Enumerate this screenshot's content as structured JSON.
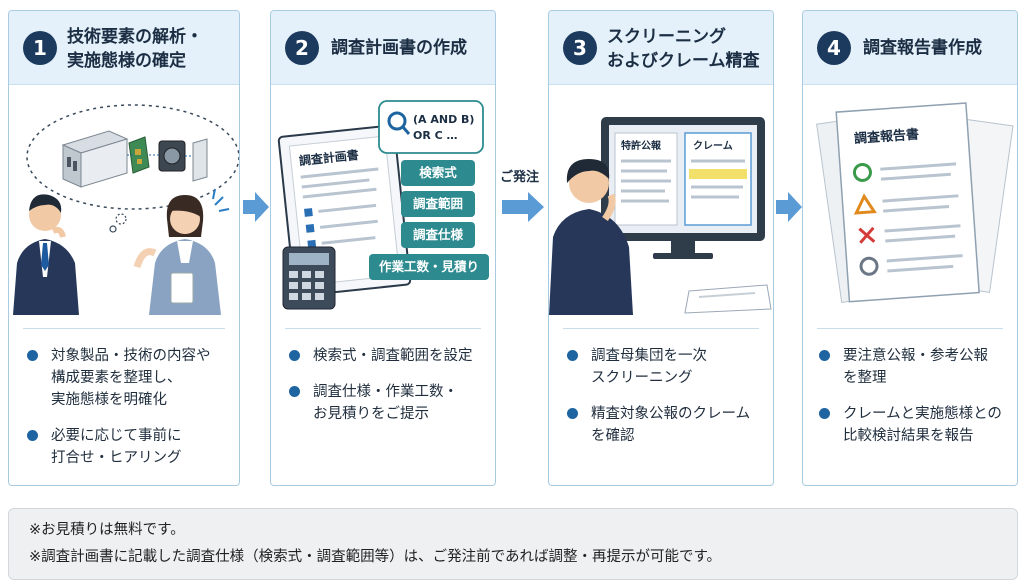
{
  "steps": [
    {
      "number": "1",
      "title_lines": [
        "技術要素の解析・",
        "実施態様の確定"
      ],
      "bullets": [
        [
          "対象製品・技術の内容や",
          "構成要素を整理し、",
          "実施態様を明確化"
        ],
        [
          "必要に応じて事前に",
          "打合せ・ヒアリング"
        ]
      ]
    },
    {
      "number": "2",
      "title_lines": [
        "調査計画書の作成"
      ],
      "doc_title": "調査計画書",
      "query_text": [
        "(A AND B)",
        "OR C …"
      ],
      "chips": [
        "検索式",
        "調査範囲",
        "調査仕様",
        "作業工数・見積り"
      ],
      "bullets": [
        [
          "検索式・調査範囲を設定"
        ],
        [
          "調査仕様・作業工数・",
          "お見積りをご提示"
        ]
      ]
    },
    {
      "number": "3",
      "title_lines": [
        "スクリーニング",
        "およびクレーム精査"
      ],
      "screen_labels": [
        "特許公報",
        "クレーム"
      ],
      "bullets": [
        [
          "調査母集団を一次",
          "スクリーニング"
        ],
        [
          "精査対象公報のクレーム",
          "を確認"
        ]
      ]
    },
    {
      "number": "4",
      "title_lines": [
        "調査報告書作成"
      ],
      "doc_title": "調査報告書",
      "bullets": [
        [
          "要注意公報・参考公報",
          "を整理"
        ],
        [
          "クレームと実施態様との",
          "比較検討結果を報告"
        ]
      ]
    }
  ],
  "order_label": "ご発注",
  "notes": [
    "※お見積りは無料です。",
    "※調査計画書に記載した調査仕様（検索式・調査範囲等）は、ご発注前であれば調整・再提示が可能です。"
  ],
  "colors": {
    "navy": "#1c3a5e",
    "header_bg": "#e4f1fa",
    "border": "#a9cbe2",
    "arrow": "#5b9bd5",
    "teal_chip": "#2d8a8f",
    "bullet": "#1e64a0"
  }
}
